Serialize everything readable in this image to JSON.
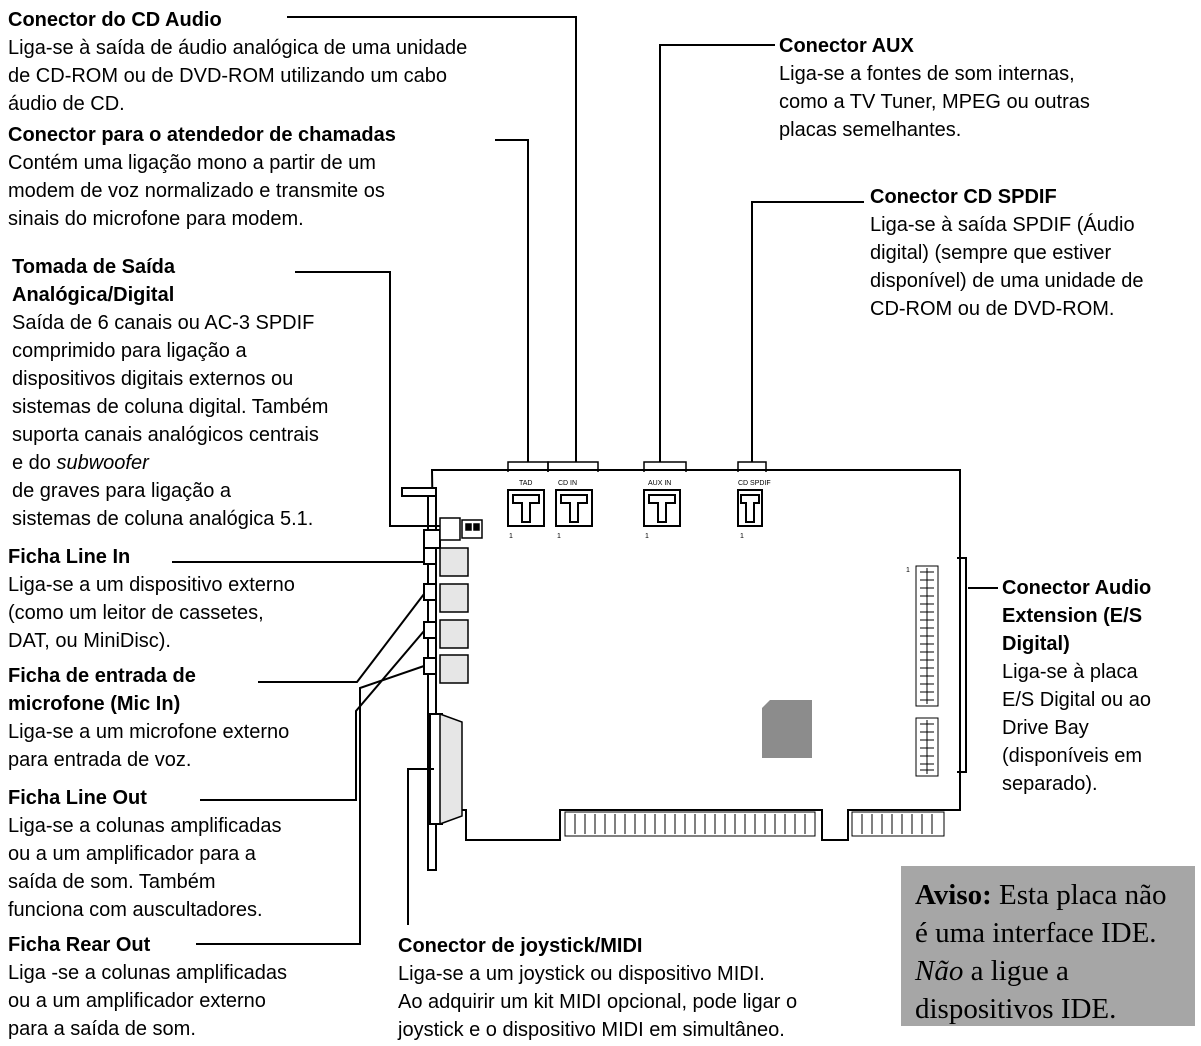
{
  "labels": {
    "cd_audio": {
      "title": "Conector do CD Audio",
      "body": "Liga-se à saída de áudio analógica de uma unidade\nde CD-ROM ou de DVD-ROM utilizando um cabo\náudio de CD."
    },
    "tad": {
      "title": "Conector para o atendedor de chamadas",
      "body": "Contém uma ligação mono a partir de um\nmodem de voz normalizado e transmite os\nsinais do microfone para modem."
    },
    "spdif_out": {
      "title_1": "Tomada de Saída",
      "title_2": "Analógica/Digital",
      "body_1": "Saída de 6 canais ou AC-3 SPDIF\ncomprimido para ligação a\ndispositivos digitais externos ou\nsistemas de coluna digital. Também\nsuporta canais analógicos centrais",
      "body_2a": "e do ",
      "body_2b": "subwoofer",
      "body_3": "de graves para ligação a\nsistemas de coluna analógica 5.1."
    },
    "line_in": {
      "title": "Ficha Line In",
      "body": "Liga-se a um dispositivo externo\n(como um leitor de cassetes,\nDAT, ou MiniDisc)."
    },
    "mic_in": {
      "title_1": "Ficha de entrada de",
      "title_2": "microfone (Mic In)",
      "body": "Liga-se a um microfone externo\npara entrada de voz."
    },
    "line_out": {
      "title": "Ficha Line Out",
      "body": "Liga-se a colunas amplificadas\nou a um amplificador para a\nsaída de som. Também\nfunciona com auscultadores."
    },
    "rear_out": {
      "title": "Ficha Rear Out",
      "body": "Liga -se a colunas amplificadas\nou a um amplificador externo\npara a saída de som."
    },
    "aux": {
      "title": "Conector AUX",
      "body": "Liga-se a fontes de som internas,\ncomo a TV Tuner, MPEG ou outras\nplacas semelhantes."
    },
    "cd_spdif": {
      "title": "Conector CD SPDIF",
      "body": "Liga-se à saída SPDIF (Áudio\ndigital) (sempre que estiver\ndisponível) de uma unidade de\nCD-ROM ou de DVD-ROM."
    },
    "audio_ext": {
      "title_1": "Conector Audio",
      "title_2": "Extension (E/S",
      "title_3": "Digital)",
      "body": "Liga-se à placa\nE/S Digital ou ao\nDrive Bay\n(disponíveis em\nseparado)."
    },
    "joystick": {
      "title": "Conector de joystick/MIDI",
      "body": "Liga-se a um joystick ou dispositivo MIDI.\nAo adquirir um kit MIDI opcional, pode ligar o\njoystick e o dispositivo MIDI em simultâneo."
    }
  },
  "board_labels": {
    "tad": "TAD",
    "cd_in": "CD IN",
    "aux_in": "AUX IN",
    "cd_spdif": "CD SPDIF",
    "pin1": "1"
  },
  "aviso": {
    "label": "Aviso:",
    "line_1": " Esta placa não",
    "line_2": "é uma interface IDE.",
    "line_3a": "Não",
    "line_3b": " a ligue a",
    "line_4": "dispositivos IDE."
  },
  "colors": {
    "line": "#000000",
    "chip": "#8c8c8c",
    "aviso_bg": "#a6a6a6",
    "jack": "#e6e6e6"
  }
}
